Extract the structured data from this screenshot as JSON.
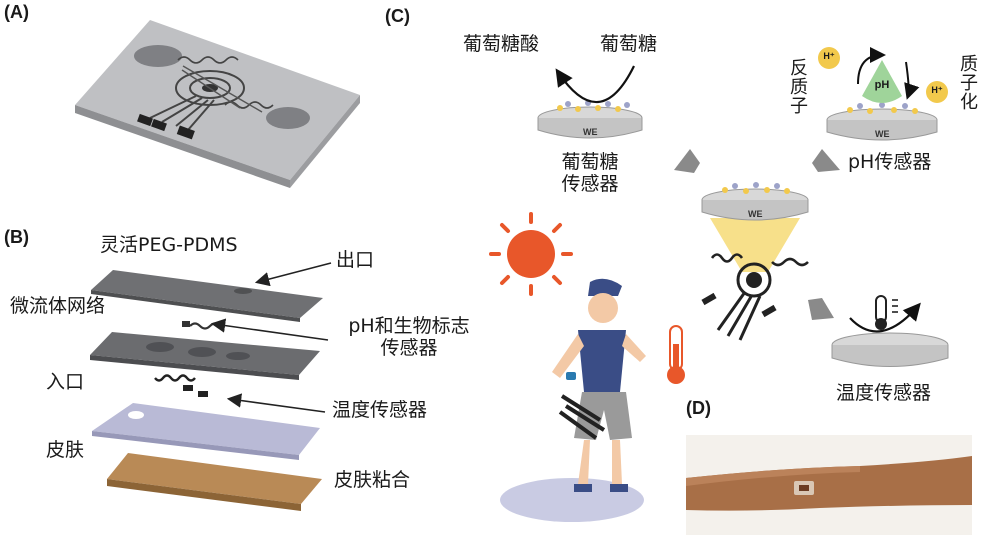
{
  "panels": {
    "a": "(A)",
    "b": "(B)",
    "c": "(C)",
    "d": "(D)"
  },
  "panel_b": {
    "top_layer": "灵活PEG-PDMS",
    "outlet": "出口",
    "microfluidic": "微流体网络",
    "ph_bio": [
      "pH和生物标志",
      "传感器"
    ],
    "inlet": "入口",
    "temp_sensor": "温度传感器",
    "skin": "皮肤",
    "skin_adhesive": "皮肤粘合"
  },
  "panel_c": {
    "gluconic_acid": "葡萄糖酸",
    "glucose": "葡萄糖",
    "glucose_sensor": [
      "葡萄糖",
      "传感器"
    ],
    "anti_proton": "反质子",
    "protonation": "质子化",
    "h_plus": "H⁺",
    "ph_bubble": "pH",
    "ph_sensor": "pH传感器",
    "temp_sensor": "温度传感器",
    "electrode": "WE"
  },
  "colors": {
    "device_gray": "#a9aaad",
    "substrate_blue": "#b9bad6",
    "skin_tan": "#b98a56",
    "accent_orange": "#e8572a",
    "cone_yellow": "#f7e08a",
    "hplus_yellow": "#f2c94c",
    "ph_green": "#9fd49a"
  }
}
